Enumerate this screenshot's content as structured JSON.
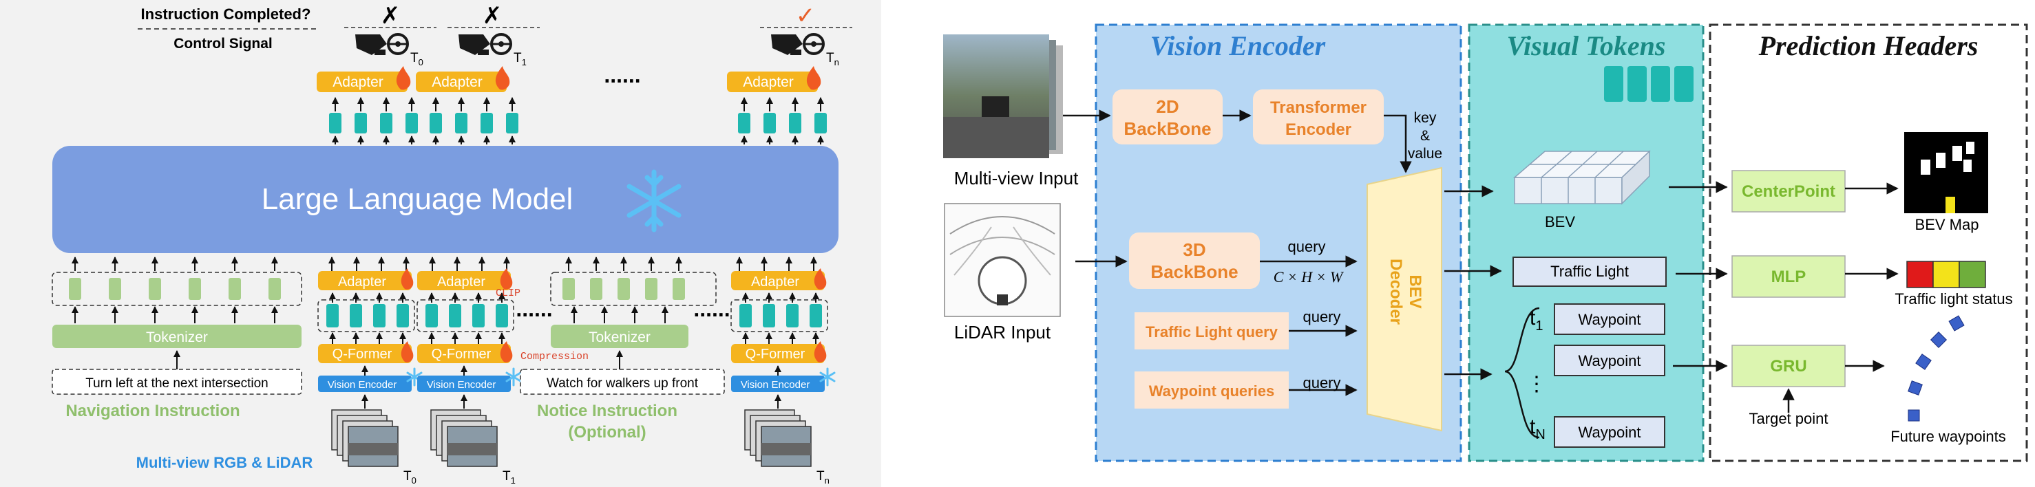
{
  "left": {
    "instruction_completed": "Instruction Completed?",
    "control_signal": "Control Signal",
    "x_mark": "✗",
    "check_mark": "✓",
    "adapter": "Adapter",
    "ellipsis": "......",
    "llm": "Large Language Model",
    "tokenizer": "Tokenizer",
    "qformer": "Q-Former",
    "vision_encoder": "Vision Encoder",
    "clip": "CLIP",
    "compression": "Compression",
    "nav_text": "Turn left at the next intersection",
    "nav_label": "Navigation Instruction",
    "notice_text": "Watch for walkers up front",
    "notice_label_1": "Notice Instruction",
    "notice_label_2": "(Optional)",
    "multiview": "Multi-view RGB & LiDAR",
    "dots": "......",
    "t0": "T",
    "t0_sub": "0",
    "t1_sub": "1",
    "tn_sub": "n",
    "colors": {
      "llm": "#7b9de0",
      "adapter": "#f5b41e",
      "teal": "#1fb8b0",
      "green": "#a9cf8c",
      "blue": "#2e8fe0"
    }
  },
  "right": {
    "vision_encoder": "Vision Encoder",
    "visual_tokens": "Visual Tokens",
    "prediction_headers": "Prediction Headers",
    "multiview_input": "Multi-view Input",
    "lidar_input": "LiDAR Input",
    "backbone2d_1": "2D",
    "backbone2d_2": "BackBone",
    "transformer_1": "Transformer",
    "transformer_2": "Encoder",
    "backbone3d_1": "3D",
    "backbone3d_2": "BackBone",
    "key": "key",
    "amp": "&",
    "value": "value",
    "query": "query",
    "chw": "C × H × W",
    "traffic_query": "Traffic Light query",
    "waypoint_queries": "Waypoint queries",
    "bev_decoder_1": "BEV",
    "bev_decoder_2": "Decoder",
    "bev": "BEV",
    "traffic_light": "Traffic Light",
    "waypoint": "Waypoint",
    "t1": "t",
    "t1_sub": "1",
    "tn_sub": "N",
    "vdots": "⋮",
    "centerpoint": "CenterPoint",
    "mlp": "MLP",
    "gru": "GRU",
    "bev_map": "BEV Map",
    "traffic_status": "Traffic light status",
    "target_point": "Target point",
    "future_waypoints": "Future waypoints",
    "colors": {
      "encoder_bg": "#b7d7f4",
      "tokens_bg": "#8fdfe0",
      "head_green": "#dcf5b0",
      "orange_box": "#fde6d4",
      "orange_text": "#e8822a",
      "decoder": "#fff2c4"
    }
  }
}
